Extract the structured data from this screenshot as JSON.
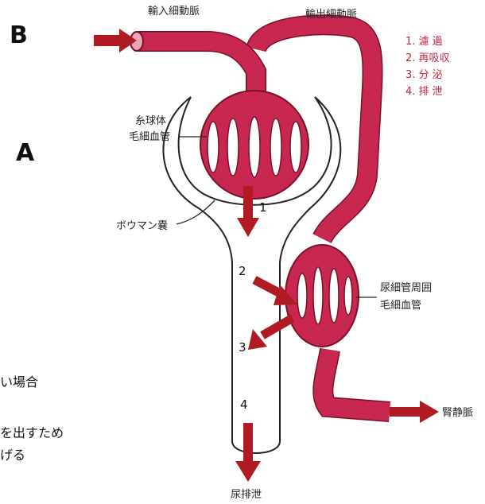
{
  "panel_letters": {
    "b": "B",
    "a": "A"
  },
  "labels": {
    "afferent": "輸入細動脈",
    "efferent": "輸出細動脈",
    "glomerulus_line1": "糸球体",
    "glomerulus_line2": "毛細血管",
    "bowman": "ボウマン嚢",
    "peritubular_line1": "尿細管周囲",
    "peritubular_line2": "毛細血管",
    "renal_vein": "腎静脈",
    "urine": "尿排泄"
  },
  "legend": [
    "1. 濾 過",
    "2. 再吸収",
    "3. 分 泌",
    "4. 排 泄"
  ],
  "step_numbers": {
    "n1": "1",
    "n2": "2",
    "n3": "3",
    "n4": "4"
  },
  "left_cutoff": {
    "line1": "い場合",
    "line2": "を出すため",
    "line3": "げる"
  },
  "colors": {
    "vessel": "#c8284f",
    "vessel_dark": "#7a1027",
    "arrow": "#b01a22",
    "legend": "#c8233d"
  }
}
